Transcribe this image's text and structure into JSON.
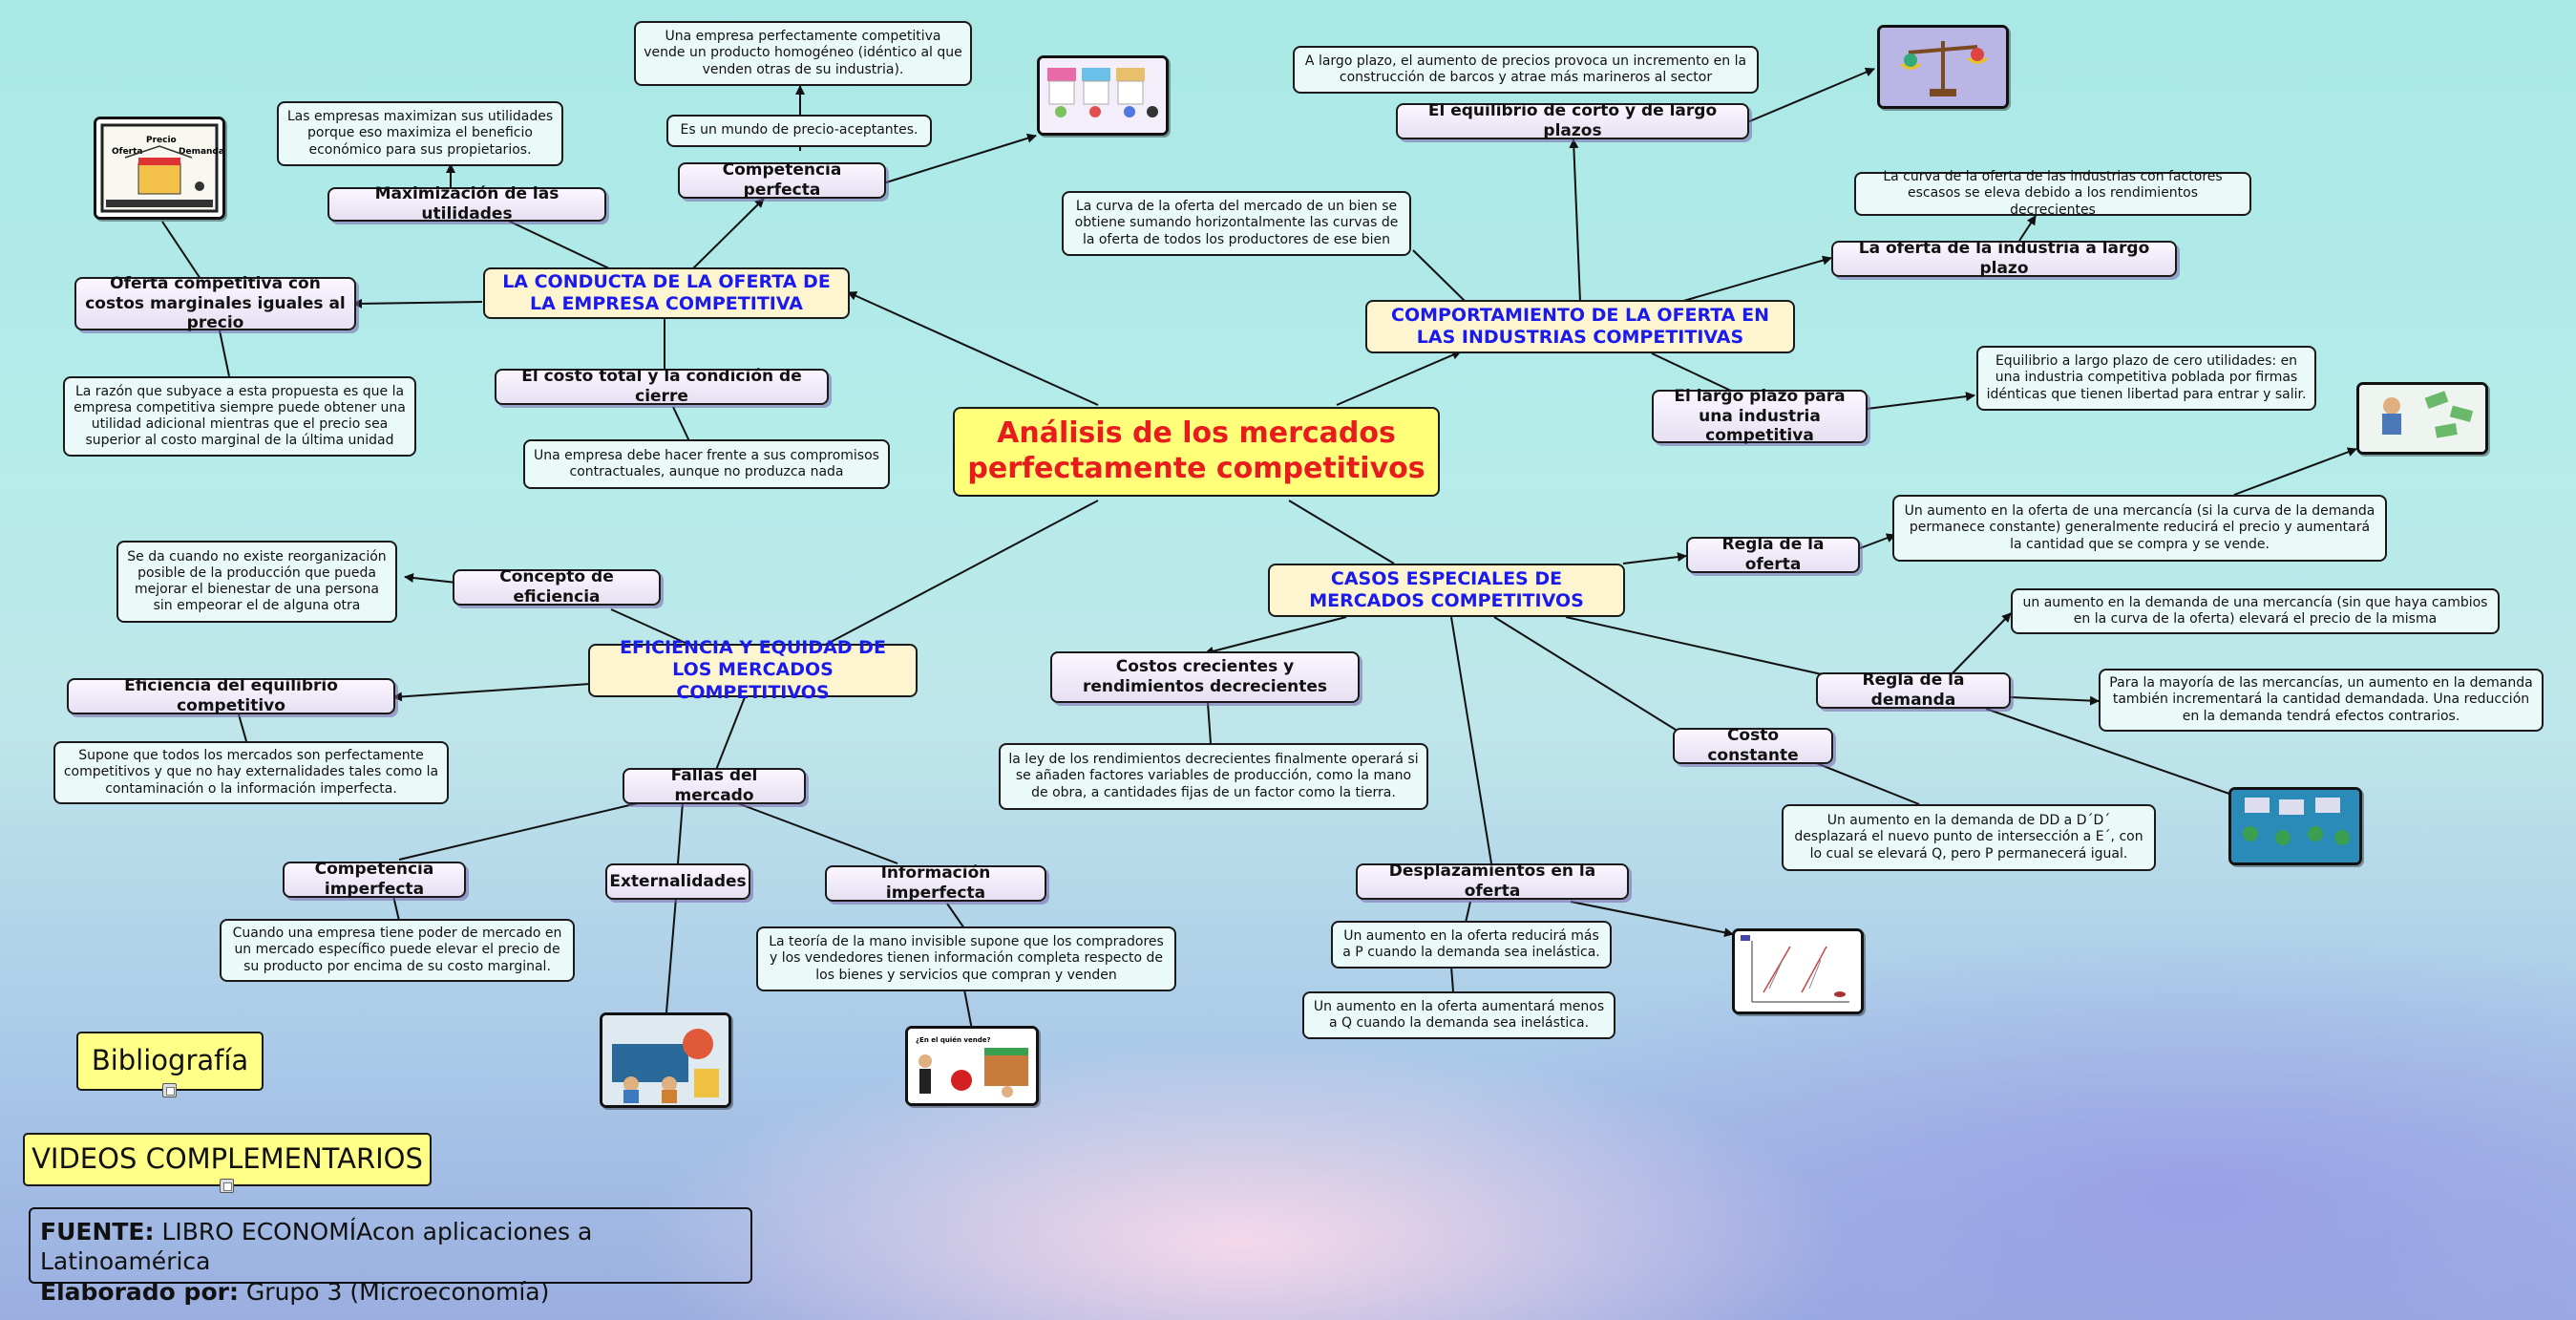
{
  "central": "Análisis de los mercados perfectamente competitivos",
  "main_topics": {
    "conducta": "LA CONDUCTA DE LA OFERTA DE LA EMPRESA COMPETITIVA",
    "comportamiento": "COMPORTAMIENTO DE LA OFERTA EN LAS INDUSTRIAS COMPETITIVAS",
    "eficiencia": "EFICIENCIA Y EQUIDAD DE LOS MERCADOS COMPETITIVOS",
    "casos": "CASOS ESPECIALES DE MERCADOS COMPETITIVOS"
  },
  "topics": {
    "competencia_perfecta": "Competencia perfecta",
    "maximizacion": "Maximización de las utilidades",
    "oferta_competitiva": "Oferta competitiva con costos marginales iguales al precio",
    "costo_total": "El costo total y la condición de cierre",
    "equilibrio_plazos": "El equilibrio de corto y de largo plazos",
    "oferta_industria": "La oferta de la industria a largo plazo",
    "largo_plazo": "El largo plazo para una industria competitiva",
    "concepto_eficiencia": "Concepto de eficiencia",
    "eficiencia_equilibrio": "Eficiencia del equilibrio competitivo",
    "fallas": "Fallas del mercado",
    "competencia_imperfecta": "Competencia imperfecta",
    "externalidades": "Externalidades",
    "informacion_imperfecta": "Información imperfecta",
    "regla_oferta": "Regla de la oferta",
    "regla_demanda": "Regla de la demanda",
    "costos_crecientes": "Costos crecientes y rendimientos decrecientes",
    "costo_constante": "Costo constante",
    "desplazamientos": "Desplazamientos en la oferta"
  },
  "notes": {
    "homogeneo": "Una empresa perfectamente competitiva vende un producto homogéneo (idéntico al que venden otras de su industria).",
    "precio_aceptantes": "Es un mundo de precio-aceptantes.",
    "maximizan": "Las empresas maximizan sus utilidades porque eso maximiza el beneficio económico para sus propietarios.",
    "razon": "La razón que subyace a esta propuesta es que la empresa competitiva siempre puede obtener una utilidad adicional mientras que el precio sea superior al costo marginal de la última unidad",
    "compromisos": "Una empresa debe hacer frente a sus compromisos contractuales, aunque no produzca nada",
    "largo_plazo_precios": "A largo plazo, el aumento de precios provoca un incremento en la construcción de barcos y atrae más marineros al sector",
    "curva_oferta_mercado": "La curva de la oferta del mercado de un bien se obtiene sumando horizontalmente las curvas de la oferta de todos los productores de ese bien",
    "factores_escasos": "La curva de la oferta de las industrias con factores escasos se eleva debido a los rendimientos decrecientes",
    "cero_utilidades": "Equilibrio a largo plazo de cero utilidades: en una industria competitiva poblada por firmas idénticas que tienen libertad para entrar y salir.",
    "reorganizacion": "Se da cuando no existe reorganización posible de la producción que pueda mejorar el bienestar de una persona sin empeorar el de alguna otra",
    "supone": "Supone que todos los mercados son perfectamente competitivos y que no hay externalidades tales como la contaminación o la información imperfecta.",
    "poder_mercado": "Cuando una empresa tiene poder de mercado en un mercado específico puede elevar el precio de su producto por encima de su costo marginal.",
    "mano_invisible": "La teoría de la mano invisible supone que los compradores y los vendedores tienen información completa respecto de los bienes y servicios que compran y venden",
    "aumento_oferta": "Un aumento en la oferta de una mercancía (si la curva de la demanda permanece constante) generalmente reducirá el precio y aumentará la cantidad que se compra y se vende.",
    "aumento_demanda": "un aumento en la demanda de una mercancía (sin que haya cambios en la curva de la oferta) elevará el precio de la misma",
    "mayoria_mercancias": "Para la mayoría de las mercancías, un aumento en la demanda también incrementará la cantidad demandada. Una reducción en la demanda tendrá efectos contrarios.",
    "ley_rendimientos": "la ley de los rendimientos decrecientes finalmente operará si se añaden factores variables de producción, como la mano de obra, a cantidades fijas de un factor como la tierra.",
    "dd_prima": "Un aumento en la demanda de DD a D´D´ desplazará el nuevo punto de intersección a E´, con lo cual se elevará Q, pero P permanecerá igual.",
    "reducira_p": "Un aumento en la oferta reducirá más a P cuando la demanda sea inelástica.",
    "aumentara_q": "Un aumento en la oferta aumentará menos a Q cuando la demanda sea inelástica."
  },
  "thumbs": {
    "oferta_label": "Oferta",
    "precio_label": "Precio",
    "demanda_label": "Demanda",
    "vendo_label": "¿En el quién vende?"
  },
  "buttons": {
    "bibliografia": "Bibliografía",
    "videos": "VIDEOS COMPLEMENTARIOS"
  },
  "footer": {
    "fuente_label": "FUENTE:",
    "fuente_value": "LIBRO ECONOMÍAcon aplicaciones a Latinoamérica",
    "elaborado_label": "Elaborado por:",
    "elaborado_value": "Grupo 3 (Microeconomía)"
  },
  "colors": {
    "central_text": "#e81c1c",
    "main_text": "#1a1aee",
    "central_fill": "#ffff7a",
    "main_fill": "#fcf5cf"
  }
}
